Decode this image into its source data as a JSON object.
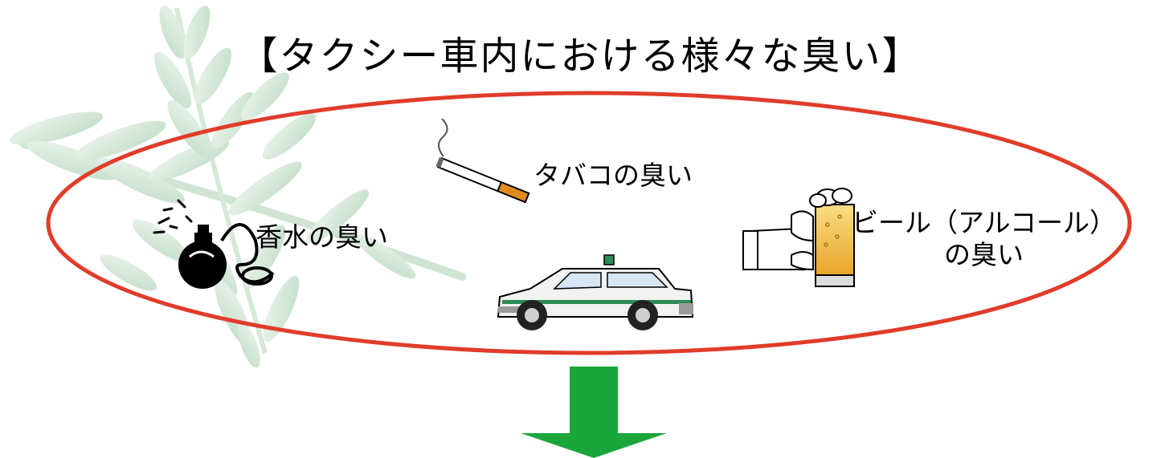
{
  "title": "【タクシー車内における様々な臭い】",
  "items": {
    "perfume": {
      "label": "香水の臭い",
      "icon": "perfume-bottle-icon"
    },
    "tobacco": {
      "label": "タバコの臭い",
      "icon": "cigarette-icon"
    },
    "alcohol": {
      "line1": "ビール（アルコール）",
      "line2": "の臭い",
      "icon": "beer-mug-icon"
    },
    "taxi": {
      "icon": "taxi-icon"
    }
  },
  "colors": {
    "ellipse": "#e03c2a",
    "arrow": "#1aa63a",
    "leaf": "#cfe6d2",
    "taxi_stripe": "#2e8b57",
    "cigarette_filter": "#e08a1e",
    "beer": "#f3c04a"
  }
}
